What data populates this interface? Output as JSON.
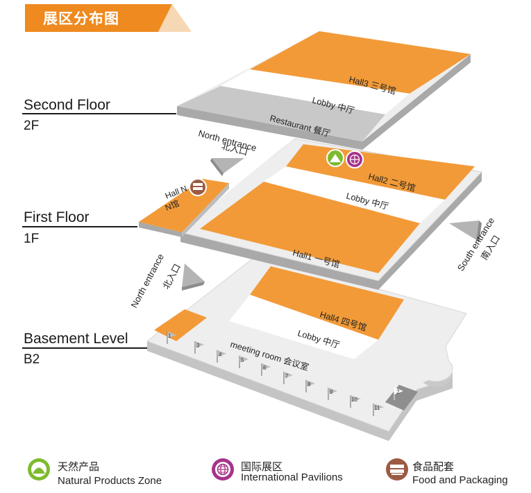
{
  "title": "展区分布图",
  "floors": {
    "second": {
      "name": "Second Floor",
      "code": "2F"
    },
    "first": {
      "name": "First Floor",
      "code": "1F"
    },
    "basement": {
      "name": "Basement Level",
      "code": "B2"
    }
  },
  "areas": {
    "hall3": "Hall3  三号馆",
    "lobby_2f": "Lobby  中厅",
    "restaurant": "Restaurant  餐厅",
    "hall2": "Hall2  二号馆",
    "lobby_1f": "Lobby  中厅",
    "hall1": "Hall1  一号馆",
    "hall_n_en": "Hall N",
    "hall_n_zh": "N馆",
    "hall4": "Hall4  四号馆",
    "lobby_b2": "Lobby  中厅",
    "meeting_room": "meeting room  会议室"
  },
  "entrances": {
    "north_2f_en": "North entrance",
    "north_2f_zh": "北入口",
    "north_1f_en": "North entrance",
    "north_1f_zh": "北入口",
    "south_en": "South entrance",
    "south_zh": "南入口"
  },
  "meeting_rooms": [
    "1",
    "2",
    "3",
    "4",
    "5",
    "6",
    "7",
    "8",
    "9",
    "10",
    "11"
  ],
  "legend": [
    {
      "zh": "天然产品",
      "en": "Natural Products Zone",
      "icon": "natural-products-icon",
      "color": "#7dbb2f"
    },
    {
      "zh": "国际展区",
      "en": "International Pavilions",
      "icon": "globe-icon",
      "color": "#a6348a"
    },
    {
      "zh": "食品配套",
      "en": "Food and Packaging",
      "icon": "packaging-icon",
      "color": "#9c5a43"
    }
  ],
  "colors": {
    "hall": "#f29a38",
    "banner": "#ee8a1f",
    "floor": "#f0f0f0",
    "edge": "#9e9e9e",
    "restaurant": "#c8c8c8",
    "arrow": "#b4b4b4"
  }
}
